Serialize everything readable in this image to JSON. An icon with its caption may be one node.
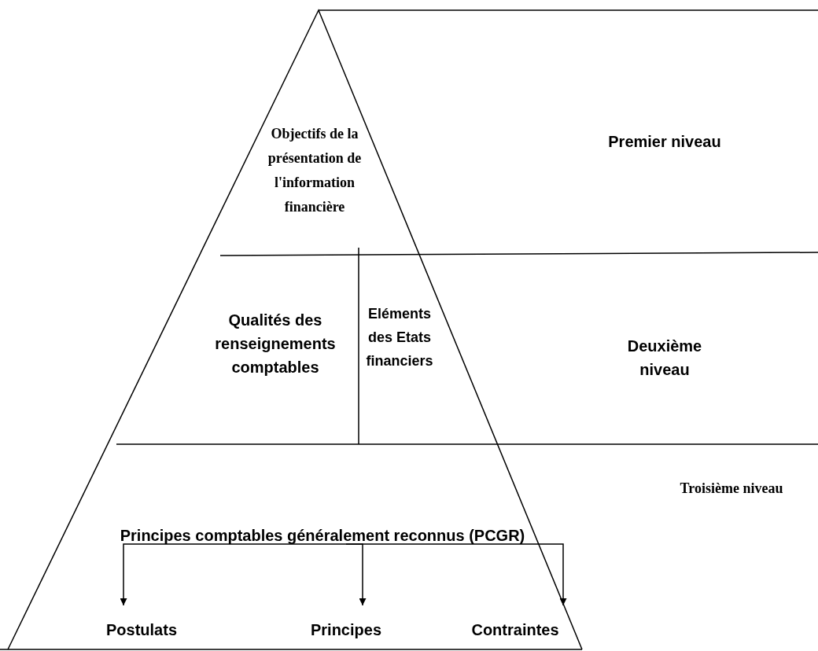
{
  "diagram": {
    "nodes": [
      {
        "text": [
          "Objectifs de la présentation de l'information financière"
        ]
      },
      {
        "text": [
          "Qualités des renseignements comptables"
        ]
      },
      {
        "text": [
          "Eléments des Etats financiers"
        ]
      },
      {
        "text": [
          "Principes comptables généralement reconnus (PCGR)"
        ]
      },
      {
        "text": [
          "Postulats"
        ]
      },
      {
        "text": [
          "Principes"
        ]
      },
      {
        "text": [
          "Contraintes"
        ]
      }
    ],
    "edges": [
      {
        "from": 3,
        "to": 4,
        "arrow": "to"
      },
      {
        "from": 3,
        "to": 5,
        "arrow": "to"
      },
      {
        "from": 3,
        "to": 6,
        "arrow": "to"
      }
    ],
    "labels": [
      "Premier niveau",
      "Deuxième niveau",
      "Troisième niveau"
    ]
  }
}
